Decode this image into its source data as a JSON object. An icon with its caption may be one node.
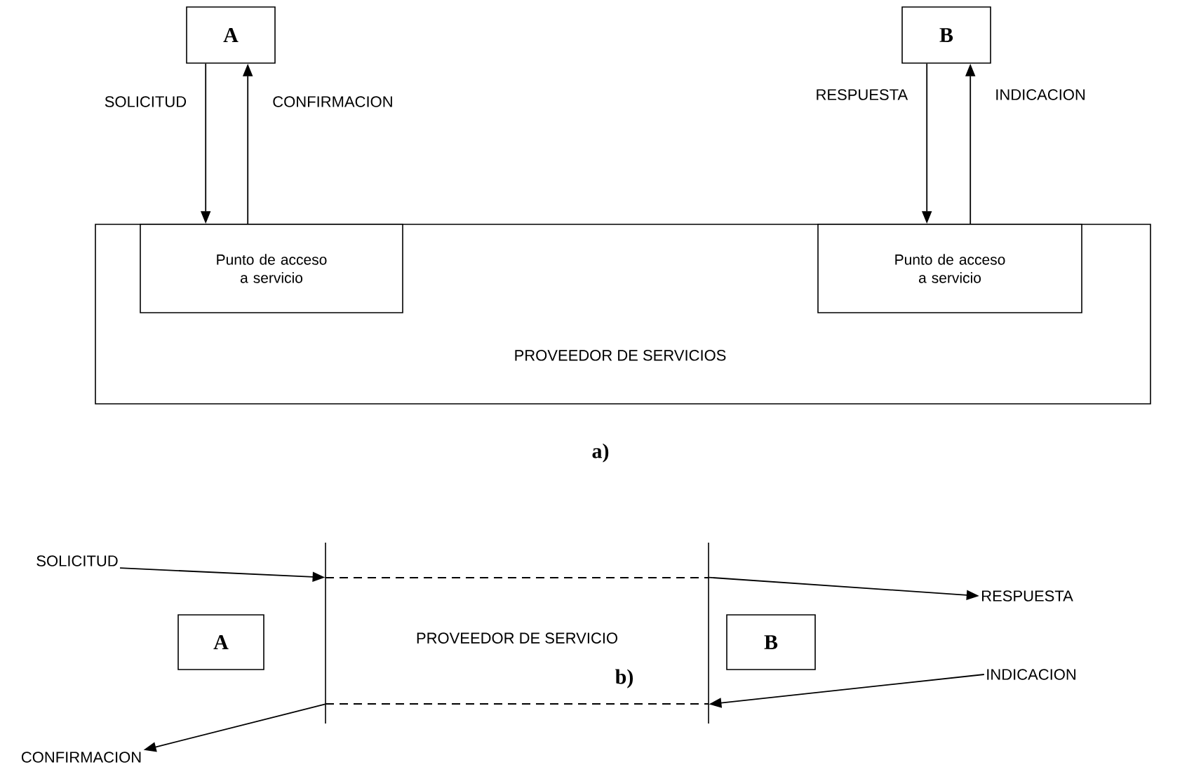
{
  "diagram": {
    "nodes": [
      {
        "text": [
          "A"
        ]
      },
      {
        "text": [
          "B"
        ]
      },
      {
        "text": [
          "PROVEEDOR DE SERVICIOS"
        ]
      },
      {
        "text": [
          "Punto de acceso a servicio"
        ],
        "in": 2
      },
      {
        "text": [
          "Punto de acceso a servicio"
        ],
        "in": 2
      },
      {
        "text": [
          "A"
        ]
      },
      {
        "text": [
          "PROVEEDOR DE SERVICIO"
        ]
      },
      {
        "text": [
          "B"
        ]
      },
      {
        "text": [
          "SOLICITUD"
        ]
      },
      {
        "text": [
          "RESPUESTA"
        ]
      },
      {
        "text": [
          "INDICACION"
        ]
      },
      {
        "text": [
          "CONFIRMACION"
        ]
      }
    ],
    "edges": [
      {
        "from": 0,
        "to": 3,
        "arrow": "to",
        "label": "SOLICITUD"
      },
      {
        "from": 3,
        "to": 0,
        "arrow": "to",
        "label": "CONFIRMACION"
      },
      {
        "from": 1,
        "to": 4,
        "arrow": "to",
        "label": "RESPUESTA"
      },
      {
        "from": 4,
        "to": 1,
        "arrow": "to",
        "label": "INDICACION"
      },
      {
        "from": 8,
        "to": 6,
        "arrow": "to"
      },
      {
        "from": 6,
        "to": 9,
        "arrow": "to"
      },
      {
        "from": 10,
        "to": 6,
        "arrow": "to"
      },
      {
        "from": 6,
        "to": 11,
        "arrow": "to"
      }
    ],
    "labels": [
      "a)",
      "b)"
    ]
  }
}
